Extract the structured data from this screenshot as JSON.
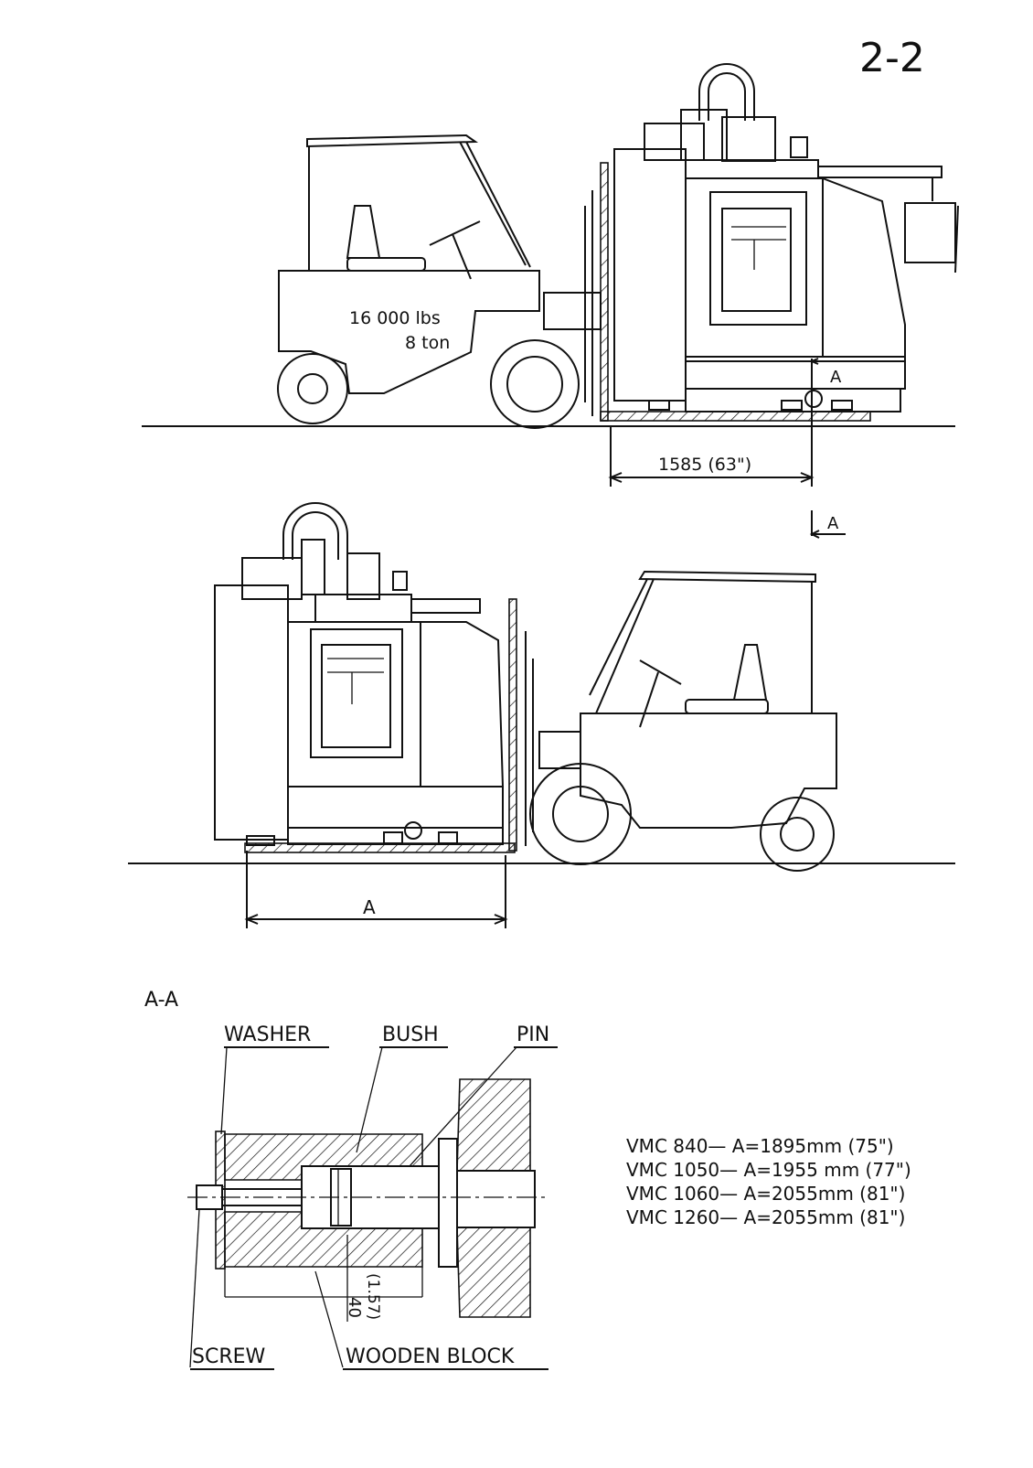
{
  "page_number": "2-2",
  "upper_view": {
    "capacity_lbs": "16 000 lbs",
    "capacity_ton": "8 ton",
    "section_marker": "A",
    "dimension_label": "1585 (63\")",
    "section_marker_lower": "A"
  },
  "lower_view": {
    "dimension_label": "A"
  },
  "section": {
    "title": "A-A",
    "labels": {
      "washer": "WASHER",
      "bush": "BUSH",
      "pin": "PIN",
      "screw": "SCREW",
      "wooden_block": "WOODEN BLOCK"
    },
    "dimension_value": "40",
    "dimension_imperial": "(1.57)"
  },
  "spec_table": [
    "VMC 840— A=1895mm (75\")",
    "VMC 1050— A=1955 mm (77\")",
    "VMC 1060— A=2055mm (81\")",
    "VMC 1260— A=2055mm (81\")"
  ]
}
